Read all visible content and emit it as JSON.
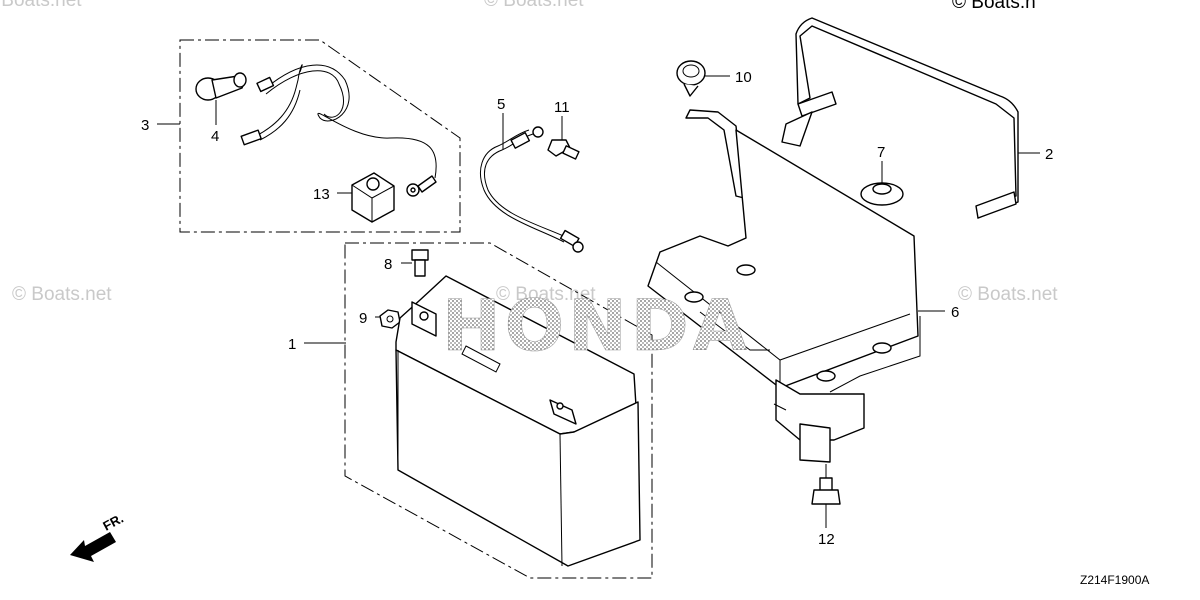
{
  "diagram": {
    "watermarks": [
      "© Boats.net",
      "© Boats.net",
      "© Boats.net",
      "© Boats.net",
      "© Boats.net",
      "© Boats.n"
    ],
    "brand_watermark": "HONDA",
    "drawing_code": "Z214F1900A",
    "front_indicator": "FR.",
    "callouts": [
      "1",
      "2",
      "3",
      "4",
      "5",
      "6",
      "7",
      "8",
      "9",
      "10",
      "11",
      "12",
      "13"
    ]
  }
}
